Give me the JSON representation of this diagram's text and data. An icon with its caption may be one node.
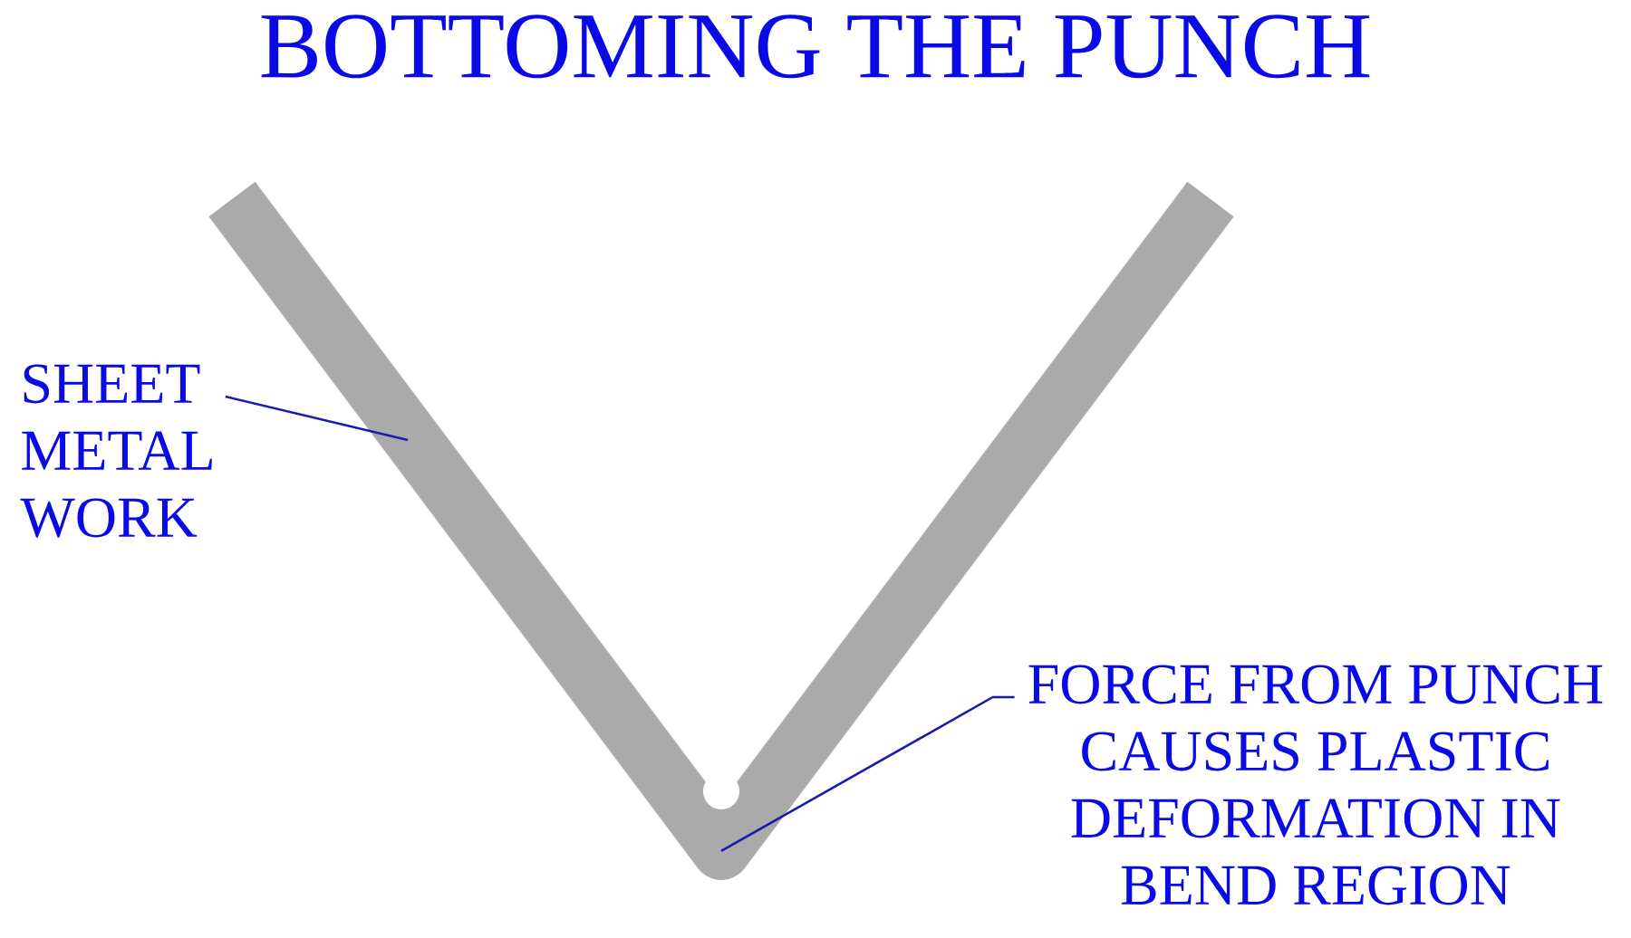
{
  "diagram": {
    "title": "BOTTOMING THE PUNCH",
    "nodes": [
      {
        "text": [
          "SHEET METAL WORK"
        ]
      },
      {
        "text": [],
        "shape": "picture"
      },
      {
        "text": [
          "FORCE FROM PUNCH CAUSES PLASTIC DEFORMATION IN BEND REGION"
        ]
      }
    ],
    "edges": [
      {
        "from": 0,
        "to": 1,
        "arrow": "none"
      },
      {
        "from": 2,
        "to": 1,
        "arrow": "none"
      }
    ]
  }
}
